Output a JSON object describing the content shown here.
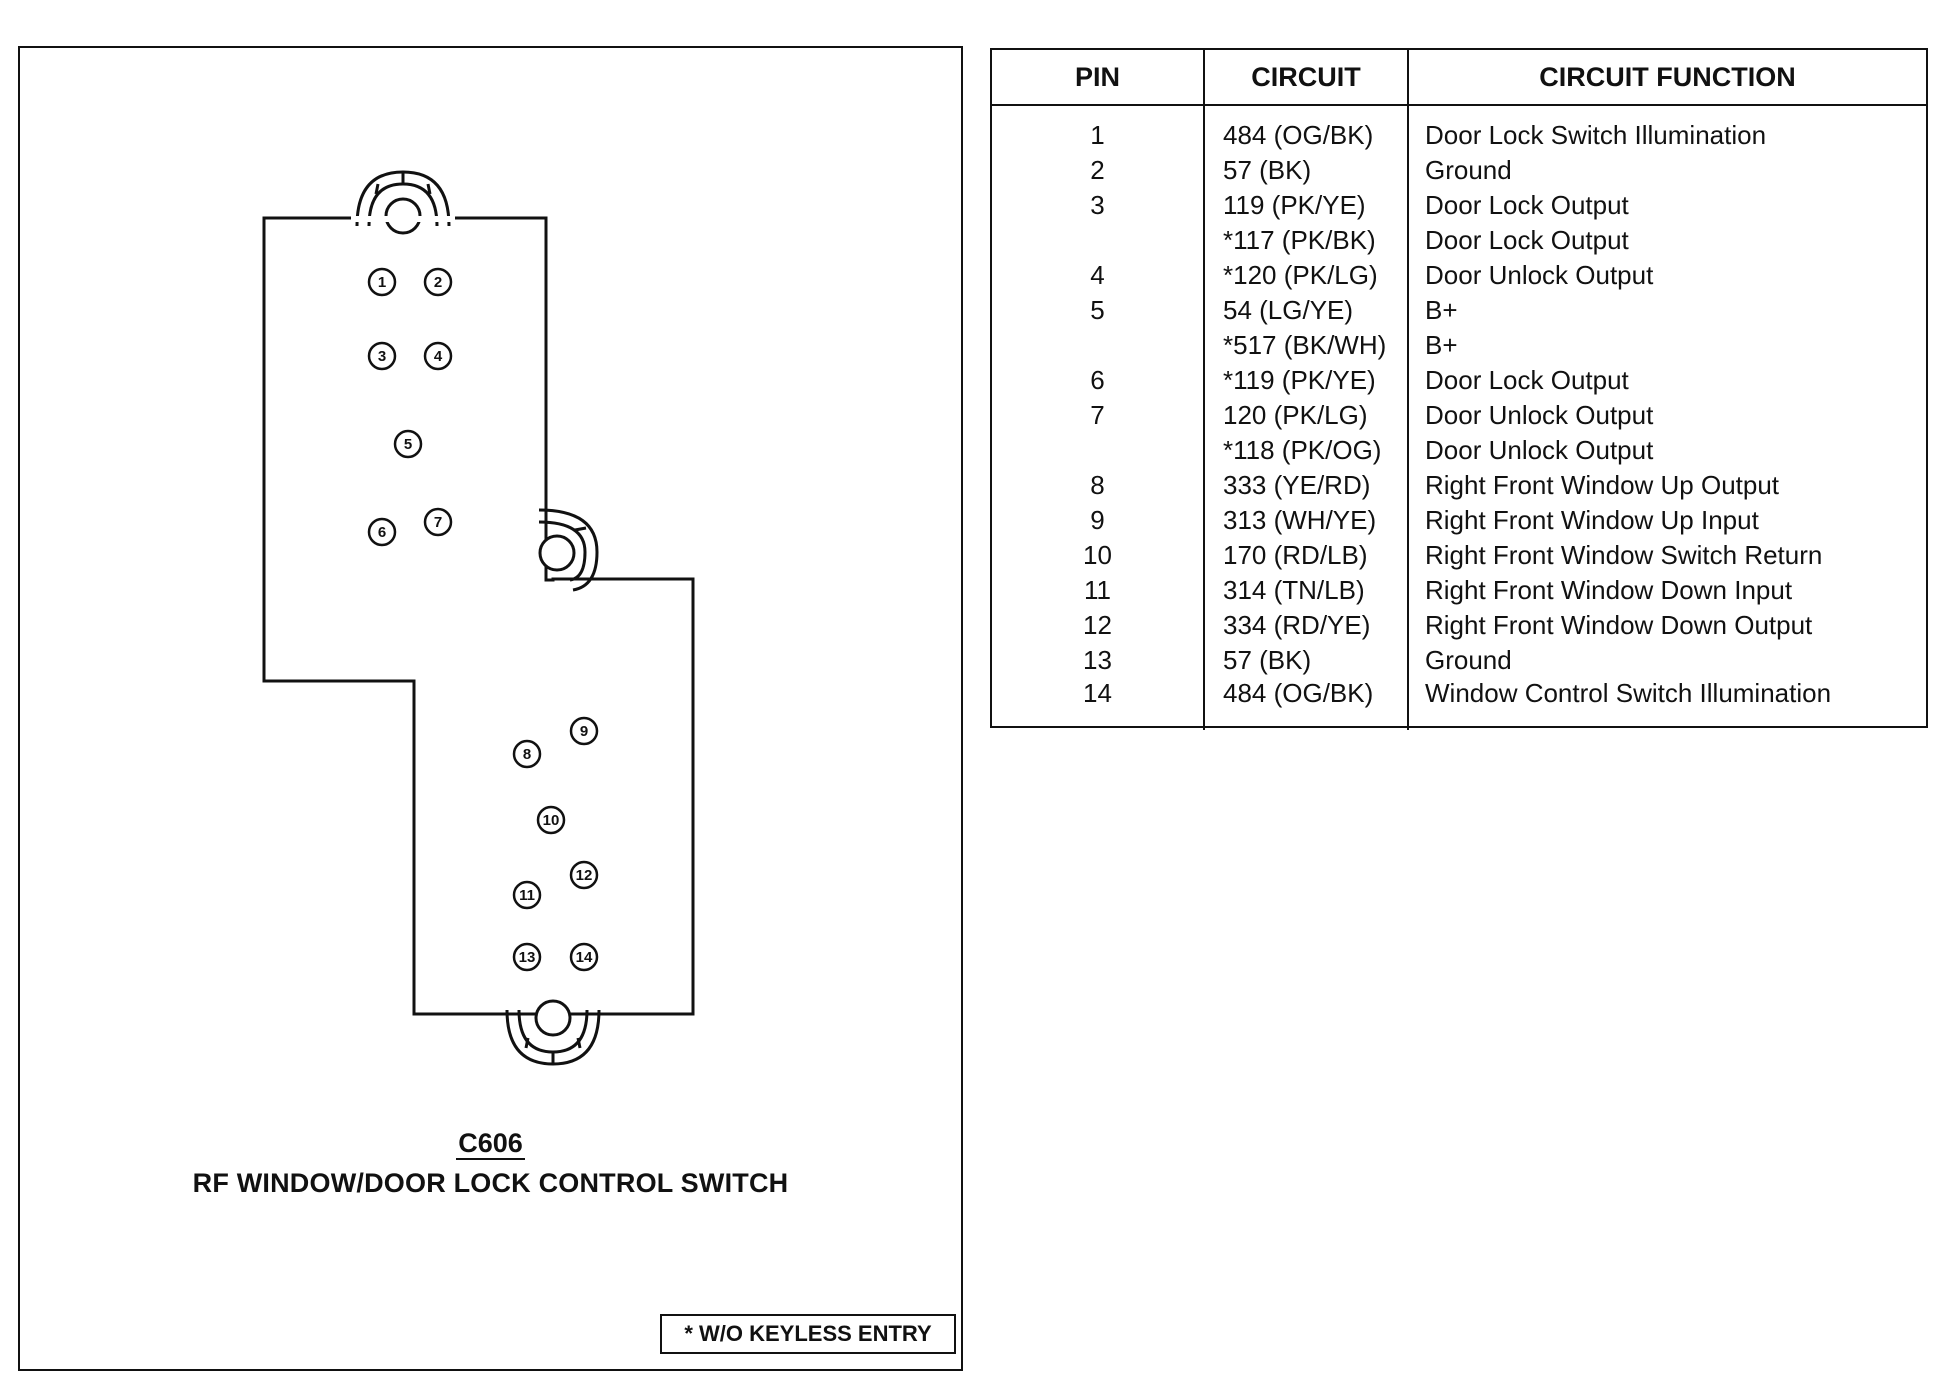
{
  "connector": {
    "id": "C606",
    "title": "RF WINDOW/DOOR LOCK CONTROL SWITCH",
    "pins": [
      "1",
      "2",
      "3",
      "4",
      "5",
      "6",
      "7",
      "8",
      "9",
      "10",
      "11",
      "12",
      "13",
      "14"
    ]
  },
  "note": "* W/O KEYLESS ENTRY",
  "table": {
    "headers": [
      "PIN",
      "CIRCUIT",
      "CIRCUIT FUNCTION"
    ],
    "rows": [
      {
        "pin": "1",
        "circuit": "484 (OG/BK)",
        "function": "Door Lock Switch Illumination"
      },
      {
        "pin": "2",
        "circuit": "57 (BK)",
        "function": "Ground"
      },
      {
        "pin": "3",
        "circuit": "119 (PK/YE)",
        "function": "Door Lock Output"
      },
      {
        "pin": "",
        "circuit": "*117 (PK/BK)",
        "function": "Door Lock Output"
      },
      {
        "pin": "4",
        "circuit": "*120 (PK/LG)",
        "function": "Door Unlock Output"
      },
      {
        "pin": "5",
        "circuit": "54 (LG/YE)",
        "function": "B+"
      },
      {
        "pin": "",
        "circuit": "*517 (BK/WH)",
        "function": "B+"
      },
      {
        "pin": "6",
        "circuit": "*119 (PK/YE)",
        "function": "Door Lock Output"
      },
      {
        "pin": "7",
        "circuit": "120 (PK/LG)",
        "function": "Door Unlock Output"
      },
      {
        "pin": "",
        "circuit": "*118 (PK/OG)",
        "function": "Door Unlock Output"
      },
      {
        "pin": "8",
        "circuit": "333 (YE/RD)",
        "function": "Right Front Window Up Output"
      },
      {
        "pin": "9",
        "circuit": "313 (WH/YE)",
        "function": "Right Front Window Up Input"
      },
      {
        "pin": "10",
        "circuit": "170 (RD/LB)",
        "function": "Right Front Window Switch Return"
      },
      {
        "pin": "11",
        "circuit": "314 (TN/LB)",
        "function": "Right Front Window Down Input"
      },
      {
        "pin": "12",
        "circuit": "334 (RD/YE)",
        "function": "Right Front Window Down Output"
      },
      {
        "pin": "13",
        "circuit": "57 (BK)",
        "function": "Ground"
      },
      {
        "pin": "14",
        "circuit": "484 (OG/BK)",
        "function": "Window Control Switch Illumination"
      }
    ]
  }
}
